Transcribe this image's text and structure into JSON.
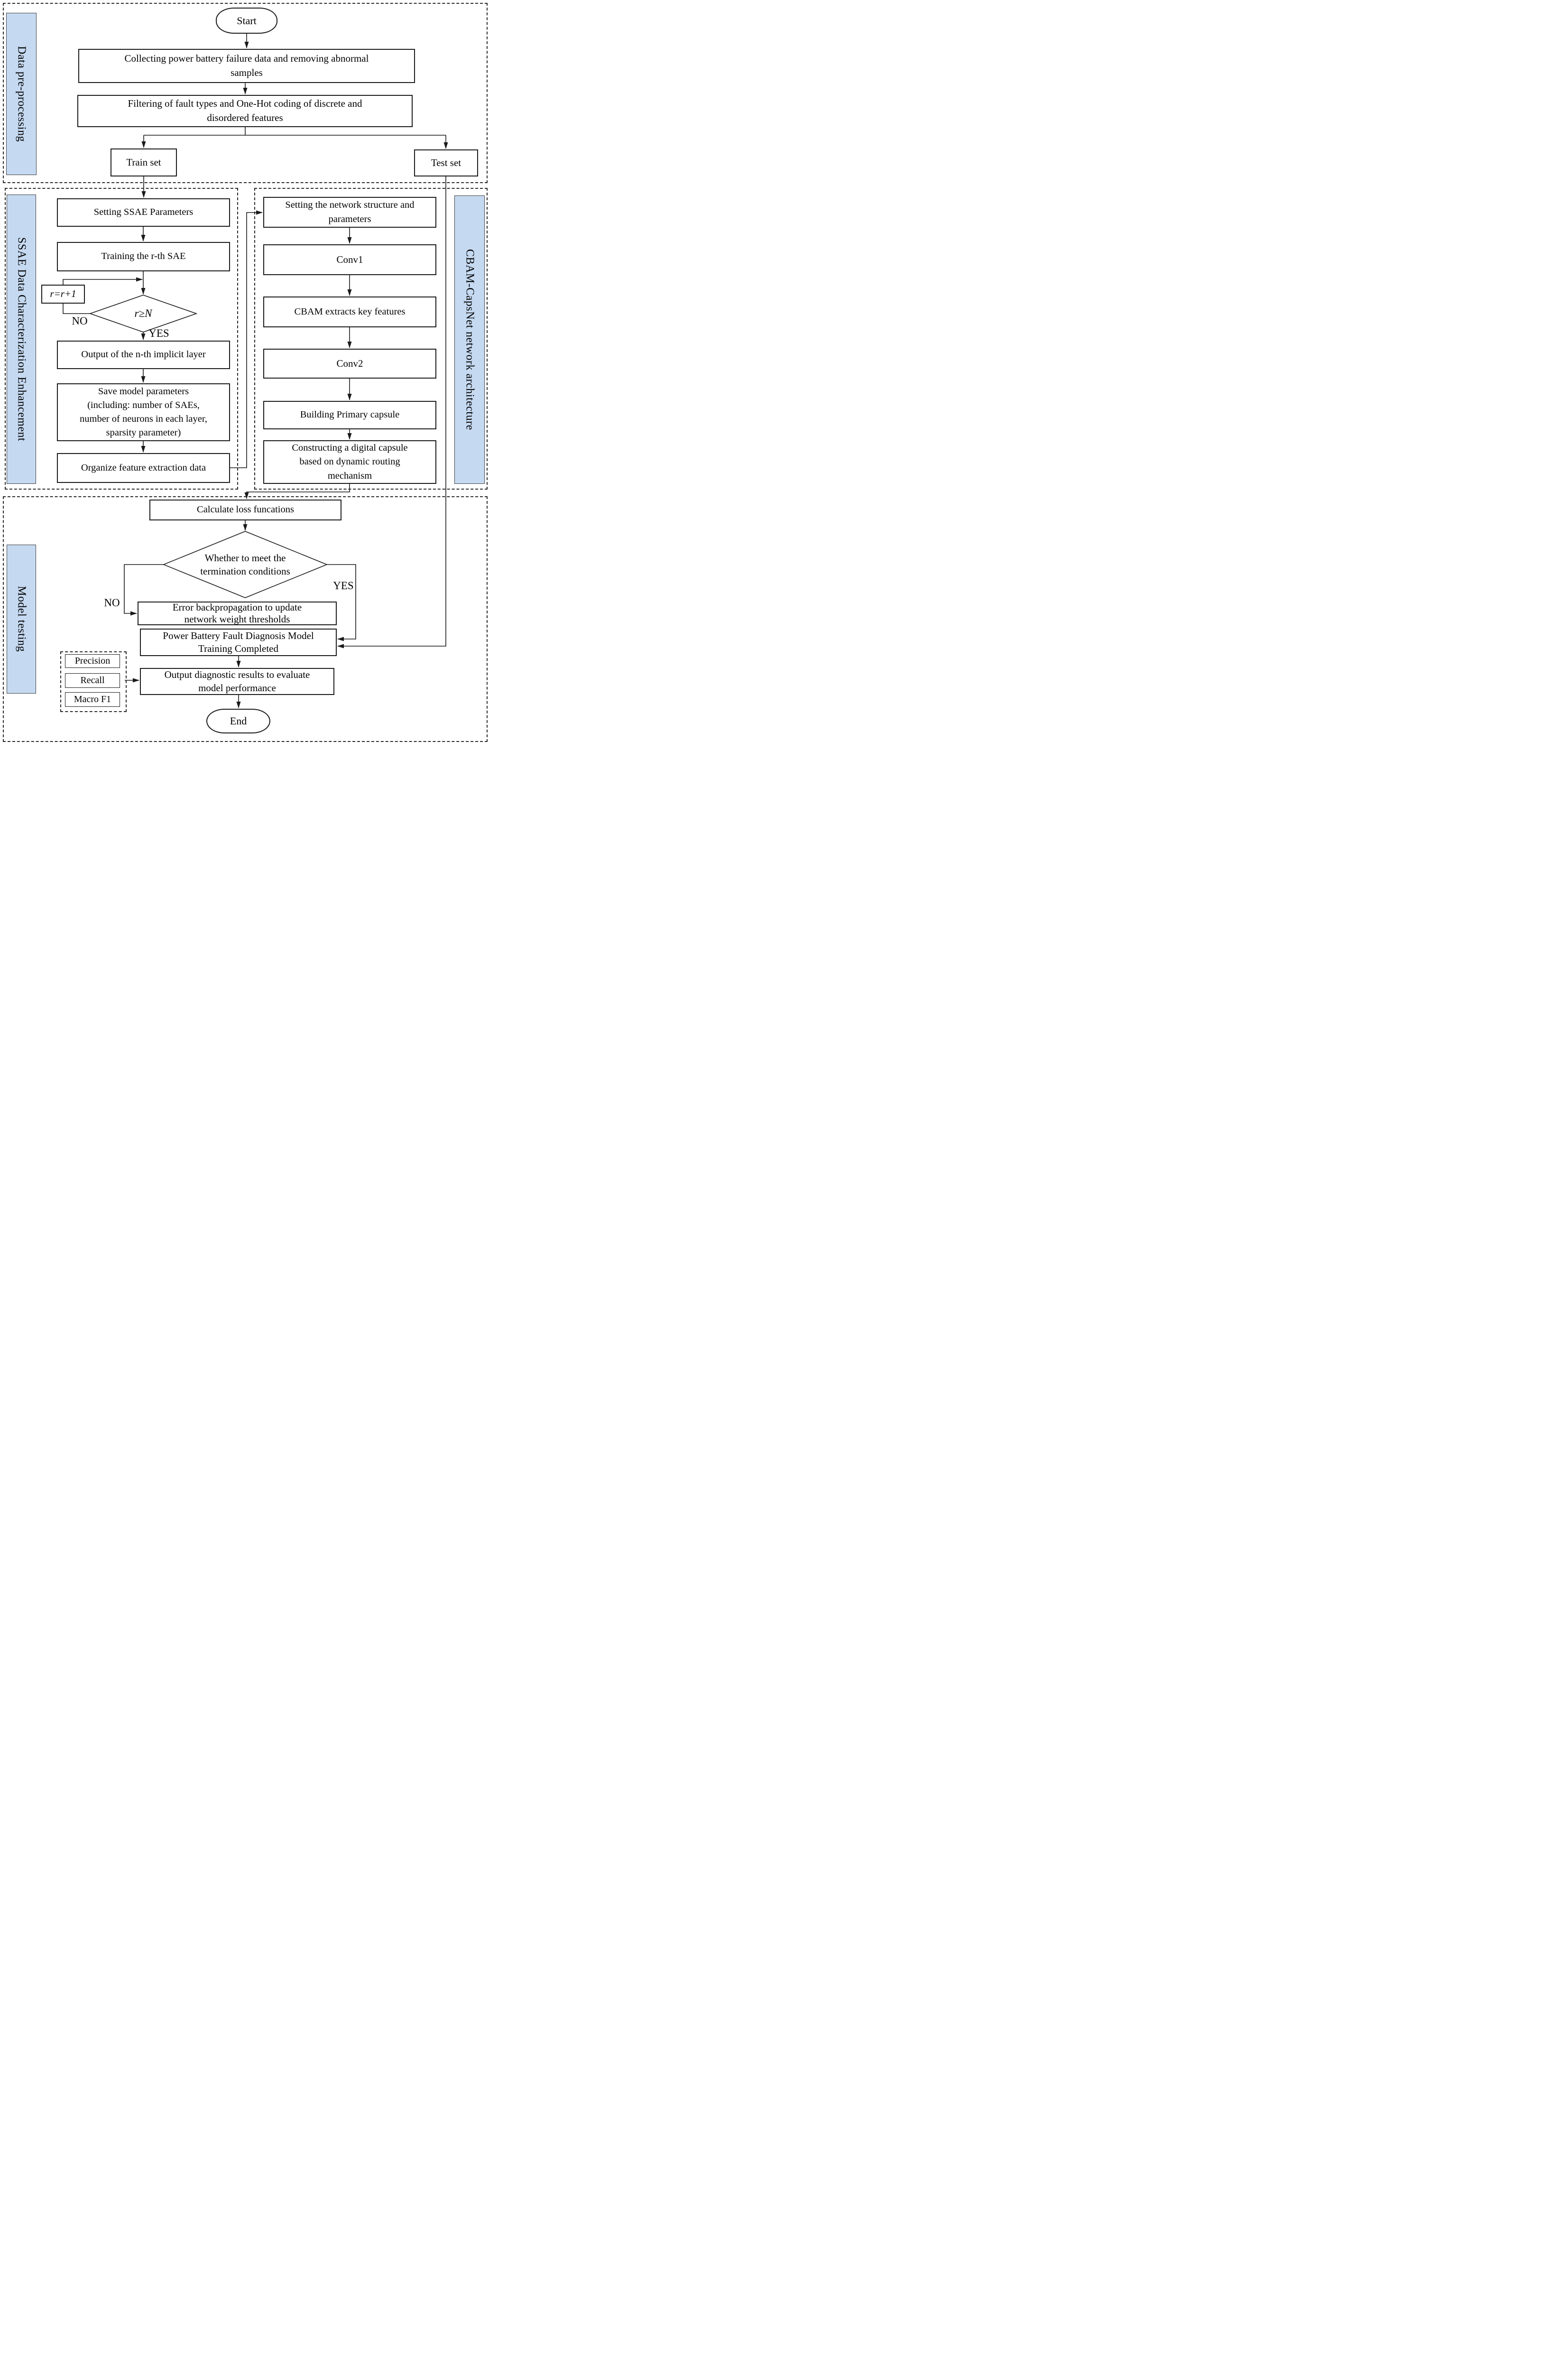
{
  "colors": {
    "section_label_fill": "#c5d9f1",
    "section_label_border": "#3f3f3f",
    "line_color": "#1a1a1a"
  },
  "sections": {
    "preprocessing": {
      "label": "Data pre-processing"
    },
    "ssae": {
      "label": "SSAE Data Characterization Enhancement"
    },
    "cbam": {
      "label": "CBAM-CapsNet network architecture"
    },
    "testing": {
      "label": "Model testing"
    }
  },
  "nodes": {
    "start": "Start",
    "collect": "Collecting power battery failure data and removing abnormal\nsamples",
    "filter": "Filtering of fault types and One-Hot coding of discrete and\ndisordered features",
    "train_set": "Train set",
    "test_set": "Test set",
    "ssae_params": "Setting SSAE Parameters",
    "train_sae": "Training the r-th SAE",
    "increment": "r=r+1",
    "sae_condition": "r≥N",
    "implicit_output": "Output of the n-th implicit layer",
    "save_params": "Save model parameters\n(including: number of SAEs,\nnumber of neurons in each layer,\nsparsity parameter)",
    "organize": "Organize feature extraction data",
    "network_setting": "Setting the network structure and\nparameters",
    "conv1": "Conv1",
    "cbam_extract": "CBAM extracts key features",
    "conv2": "Conv2",
    "primary_capsule": "Building Primary capsule",
    "digital_capsule": "Constructing a digital capsule\nbased on dynamic routing\nmechanism",
    "calc_loss": "Calculate loss funcations",
    "termination": "Whether to meet the\ntermination conditions",
    "backprop": "Error backpropagation to update\nnetwork weight thresholds",
    "training_completed": "Power Battery Fault Diagnosis Model\nTraining Completed",
    "precision": "Precision",
    "recall": "Recall",
    "macro_f1": "Macro F1",
    "output_results": "Output diagnostic results to evaluate\nmodel performance",
    "end": "End"
  },
  "edge_labels": {
    "sae_no": "NO",
    "sae_yes": "YES",
    "term_no": "NO",
    "term_yes": "YES"
  }
}
